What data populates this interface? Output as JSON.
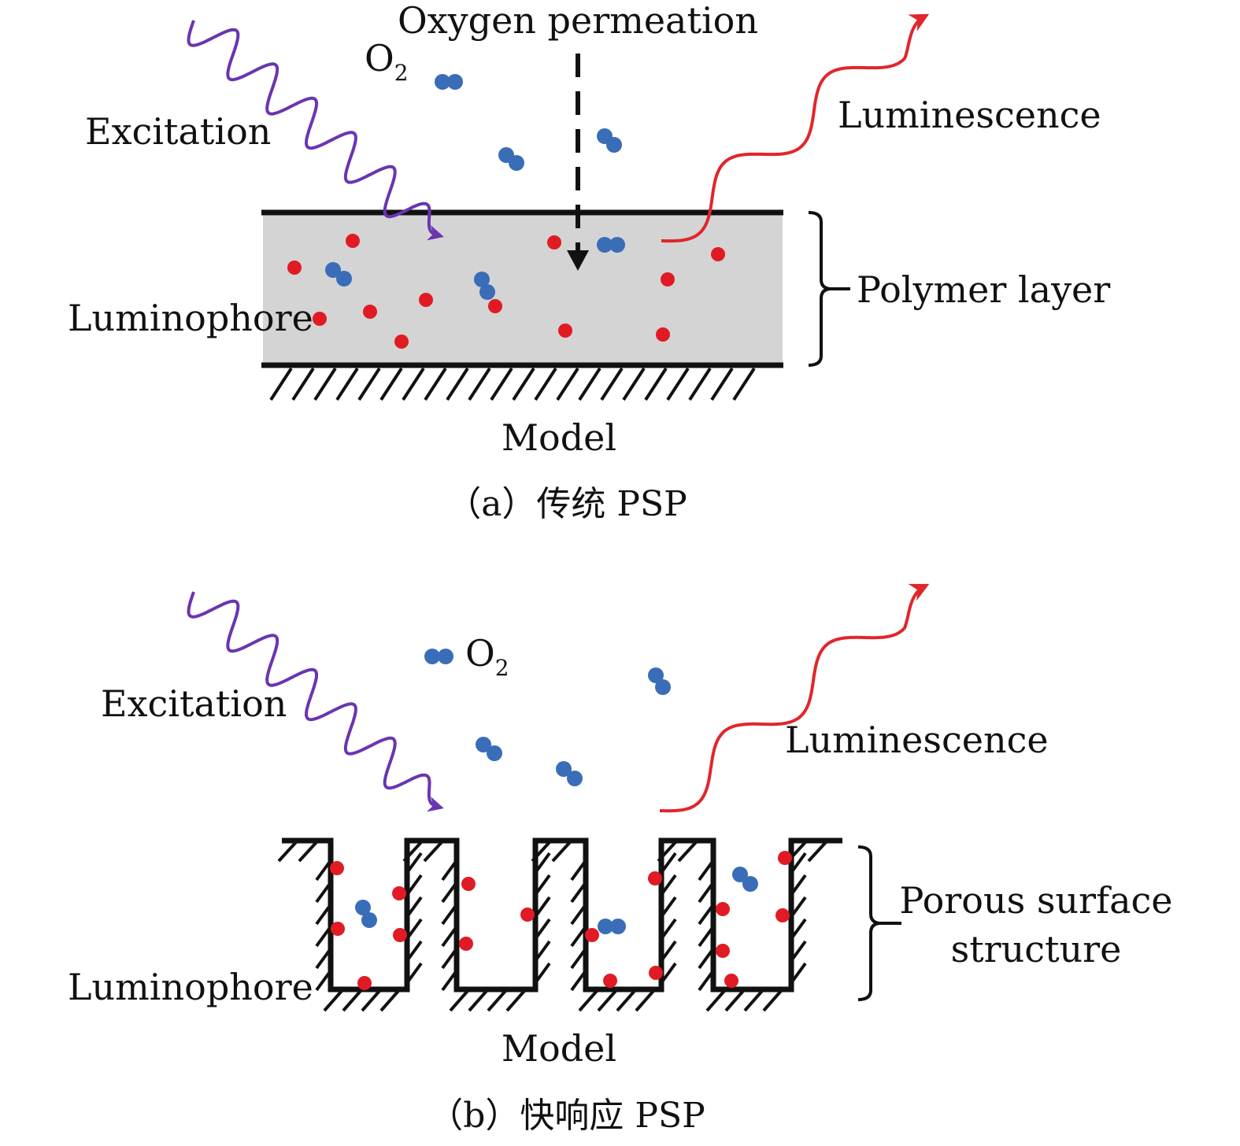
{
  "colors": {
    "excitation": "#6a35b0",
    "luminescence": "#e0262b",
    "oxygen": "#3a6db8",
    "luminophore": "#e01b24",
    "polymer_fill": "#d4d4d4",
    "line": "#111111"
  },
  "panel_a": {
    "oxygen_permeation": "Oxygen permeation",
    "o2_base": "O",
    "o2_sub": "2",
    "excitation": "Excitation",
    "luminescence": "Luminescence",
    "polymer_layer": "Polymer layer",
    "luminophore": "Luminophore",
    "model": "Model",
    "caption": "（a）传统 PSP"
  },
  "panel_b": {
    "o2_base": "O",
    "o2_sub": "2",
    "excitation": "Excitation",
    "luminescence": "Luminescence",
    "porous_line1": "Porous surface",
    "porous_line2": "structure",
    "luminophore": "Luminophore",
    "model": "Model",
    "caption": "（b）快响应 PSP"
  }
}
